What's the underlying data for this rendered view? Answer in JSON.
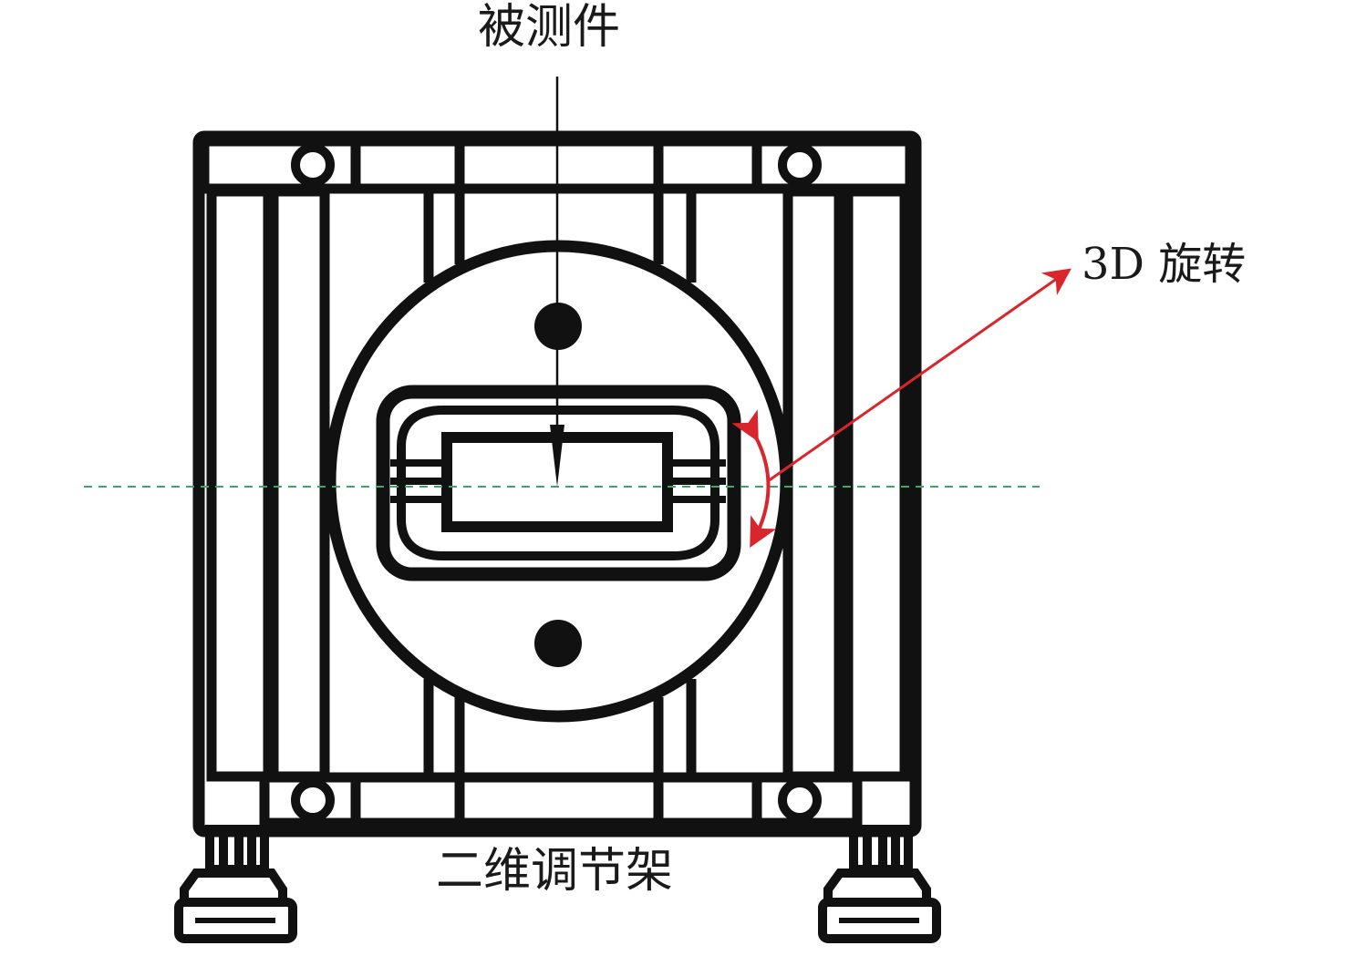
{
  "labels": {
    "specimen": "被测件",
    "rotation": "3D 旋转",
    "stage": "二维调节架"
  },
  "colors": {
    "line": "#111111",
    "rotation_arrow": "#d9262c",
    "axis_dashed": "#3aa86b"
  }
}
